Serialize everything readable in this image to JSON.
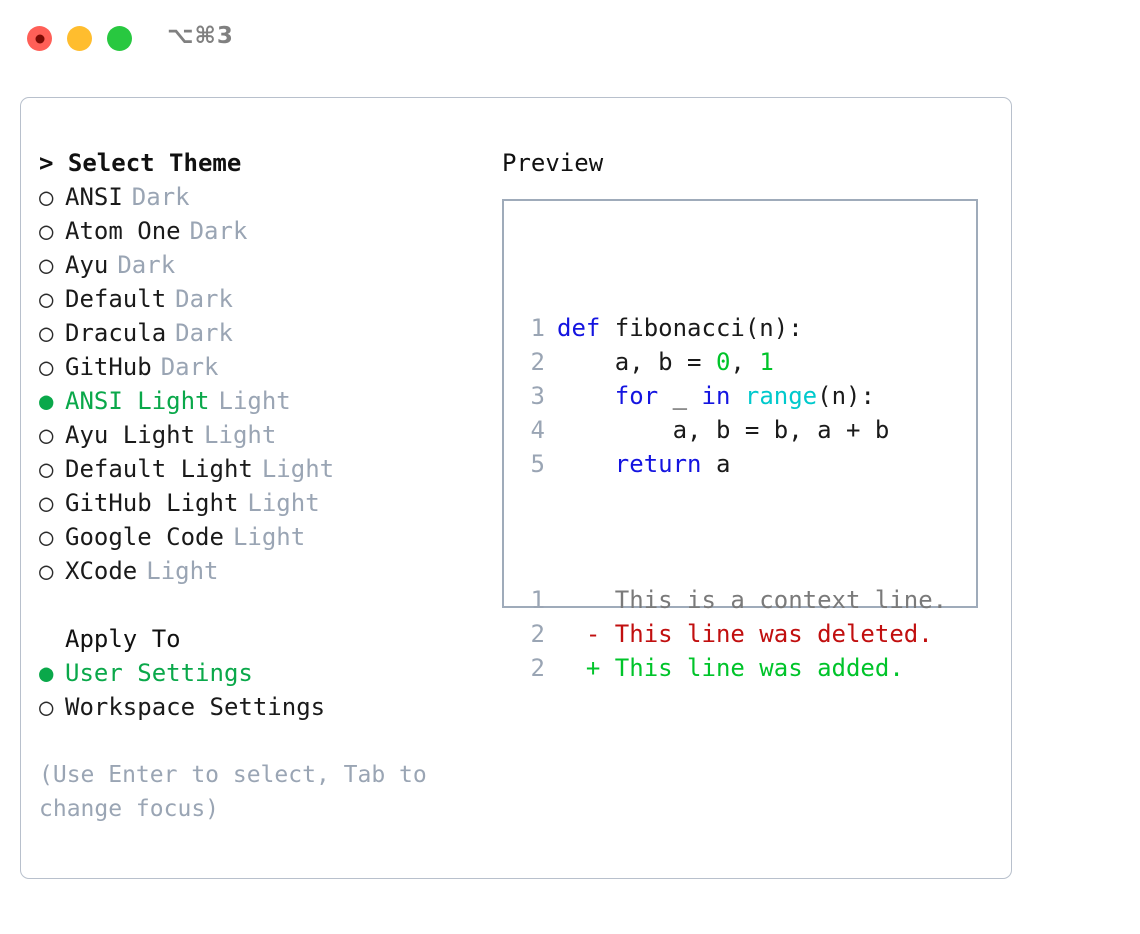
{
  "titlebar": {
    "shortcut": "⌥⌘3",
    "buttons": [
      {
        "name": "close",
        "color": "#ff5f57"
      },
      {
        "name": "minimize",
        "color": "#ffbd2e"
      },
      {
        "name": "zoom",
        "color": "#28c840"
      }
    ]
  },
  "colors": {
    "accent_green": "#0aa84a",
    "muted": "#9aa5b4",
    "text": "#1a1a1a",
    "border": "#b8c0cc",
    "preview_border": "#9fabba",
    "keyword_blue": "#1414e0",
    "function_cyan": "#00c9cc",
    "number_green": "#00c42a",
    "diff_deleted": "#c10f0f",
    "diff_added": "#00c42a",
    "diff_context": "#7a7a7a"
  },
  "theme_picker": {
    "header": "> Select Theme",
    "marker_selected": "●",
    "marker_unselected": "○",
    "items": [
      {
        "label": "ANSI",
        "tag": "Dark",
        "selected": false
      },
      {
        "label": "Atom One",
        "tag": "Dark",
        "selected": false
      },
      {
        "label": "Ayu",
        "tag": "Dark",
        "selected": false
      },
      {
        "label": "Default",
        "tag": "Dark",
        "selected": false
      },
      {
        "label": "Dracula",
        "tag": "Dark",
        "selected": false
      },
      {
        "label": "GitHub",
        "tag": "Dark",
        "selected": false
      },
      {
        "label": "ANSI Light",
        "tag": "Light",
        "selected": true
      },
      {
        "label": "Ayu Light",
        "tag": "Light",
        "selected": false
      },
      {
        "label": "Default Light",
        "tag": "Light",
        "selected": false
      },
      {
        "label": "GitHub Light",
        "tag": "Light",
        "selected": false
      },
      {
        "label": "Google Code",
        "tag": "Light",
        "selected": false
      },
      {
        "label": "XCode",
        "tag": "Light",
        "selected": false
      }
    ]
  },
  "apply_to": {
    "header": "Apply To",
    "items": [
      {
        "label": "User Settings",
        "selected": true
      },
      {
        "label": "Workspace Settings",
        "selected": false
      }
    ]
  },
  "hint": "(Use Enter to select, Tab to change focus)",
  "preview": {
    "header": "Preview",
    "code_lines": [
      {
        "no": "1",
        "tokens": [
          {
            "t": "def ",
            "c": "kw"
          },
          {
            "t": "fibonacci(n):",
            "c": "plain"
          }
        ]
      },
      {
        "no": "2",
        "tokens": [
          {
            "t": "    a, b = ",
            "c": "plain"
          },
          {
            "t": "0",
            "c": "num"
          },
          {
            "t": ", ",
            "c": "plain"
          },
          {
            "t": "1",
            "c": "num"
          }
        ]
      },
      {
        "no": "3",
        "tokens": [
          {
            "t": "    ",
            "c": "plain"
          },
          {
            "t": "for",
            "c": "kw"
          },
          {
            "t": " _ ",
            "c": "plain"
          },
          {
            "t": "in",
            "c": "kw"
          },
          {
            "t": " ",
            "c": "plain"
          },
          {
            "t": "range",
            "c": "fn"
          },
          {
            "t": "(n):",
            "c": "plain"
          }
        ]
      },
      {
        "no": "4",
        "tokens": [
          {
            "t": "        a, b = b, a + b",
            "c": "plain"
          }
        ]
      },
      {
        "no": "5",
        "tokens": [
          {
            "t": "    ",
            "c": "plain"
          },
          {
            "t": "return",
            "c": "kw"
          },
          {
            "t": " a",
            "c": "plain"
          }
        ]
      }
    ],
    "diff_lines": [
      {
        "no": "1",
        "sign": "  ",
        "text": "This is a context line.",
        "kind": "ctx"
      },
      {
        "no": "2",
        "sign": "- ",
        "text": "This line was deleted.",
        "kind": "del"
      },
      {
        "no": "2",
        "sign": "+ ",
        "text": "This line was added.",
        "kind": "add"
      }
    ]
  }
}
